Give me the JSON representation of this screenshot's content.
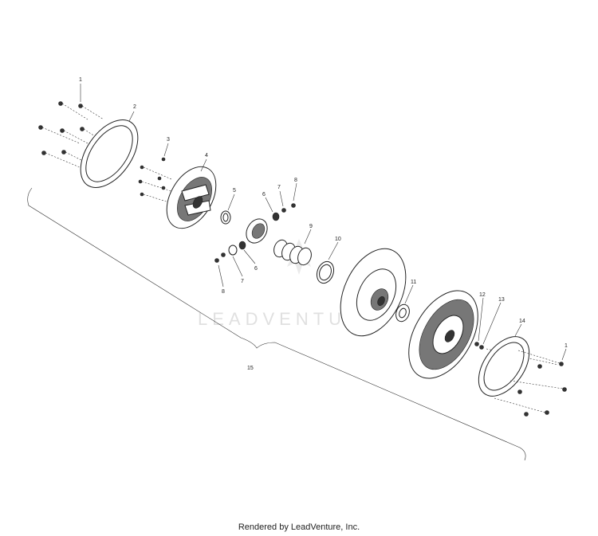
{
  "watermark": "LEADVENTURE",
  "footer": "Rendered by LeadVenture, Inc.",
  "callouts": {
    "c1a": "1",
    "c2": "2",
    "c3": "3",
    "c4": "4",
    "c5": "5",
    "c6a": "6",
    "c7a": "7",
    "c8a": "8",
    "c9": "9",
    "c10": "10",
    "c8b": "8",
    "c7b": "7",
    "c6b": "6",
    "c11": "11",
    "c12": "12",
    "c13": "13",
    "c14": "14",
    "c1b": "1",
    "c15": "15"
  }
}
